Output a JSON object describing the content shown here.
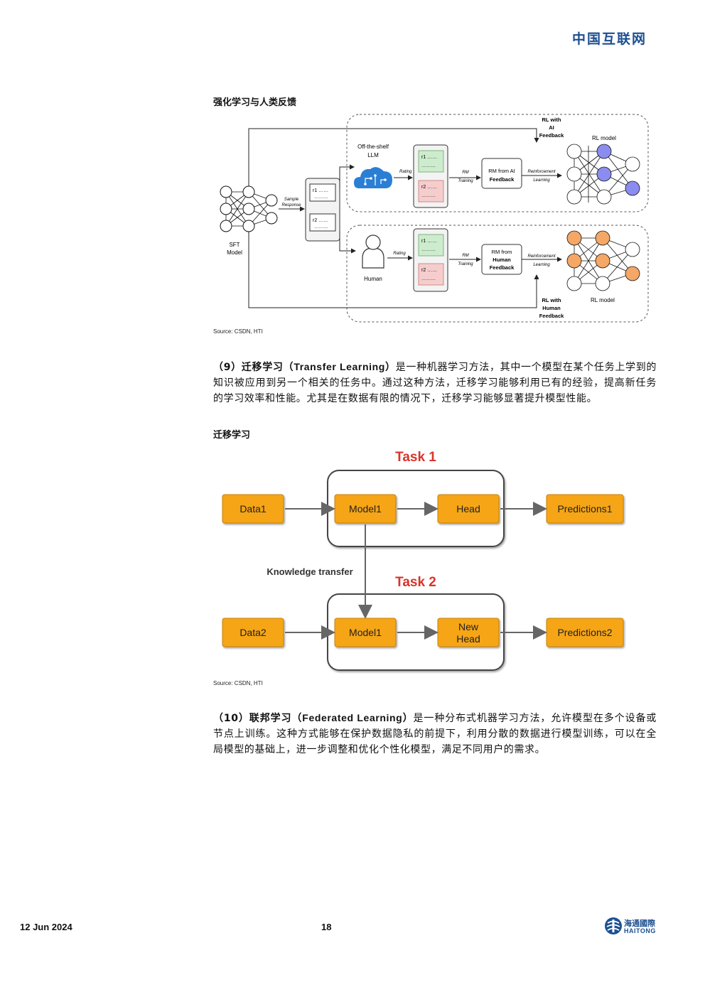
{
  "header": {
    "title": "中国互联网"
  },
  "figure1": {
    "caption": "强化学习与人类反馈",
    "labels": {
      "rl_ai_1": "RL with",
      "rl_ai_2": "AI",
      "rl_ai_3": "Feedback",
      "rl_model_top": "RL model",
      "llm_1": "Off-the-shelf",
      "llm_2": "LLM",
      "rating_top": "Rating",
      "rm_training_top_1": "RM",
      "rm_training_top_2": "Training",
      "rm_ai_1": "RM from AI",
      "rm_ai_2": "Feedback",
      "reinf_top_1": "Reinforcement",
      "reinf_top_2": "Learning",
      "sample_1": "Sample",
      "sample_2": "Response",
      "r1": "r1 ……",
      "r2": "r2 ……",
      "dots": "……….",
      "sft_1": "SFT",
      "sft_2": "Model",
      "human": "Human",
      "rating_bottom": "Rating",
      "rm_training_bottom_1": "RM",
      "rm_training_bottom_2": "Training",
      "rm_human_1": "RM from",
      "rm_human_2": "Human",
      "rm_human_3": "Feedback",
      "reinf_bottom_1": "Reinforcement",
      "reinf_bottom_2": "Learning",
      "rl_human_1": "RL with",
      "rl_human_2": "Human",
      "rl_human_3": "Feedback",
      "rl_model_bottom": "RL model"
    },
    "colors": {
      "ai_node": "#8a8cf0",
      "human_node": "#f5a765",
      "cloud": "#2a7fd4"
    },
    "source": "Source: CSDN, HTI"
  },
  "para9": {
    "prefix": "（9）",
    "term": "迁移学习",
    "term_en": "（Transfer Learning）",
    "body": "是一种机器学习方法，其中一个模型在某个任务上学到的知识被应用到另一个相关的任务中。通过这种方法，迁移学习能够利用已有的经验，提高新任务的学习效率和性能。尤其是在数据有限的情况下，迁移学习能够显著提升模型性能。"
  },
  "figure2": {
    "caption": "迁移学习",
    "task1": "Task 1",
    "task2": "Task 2",
    "knowledge": "Knowledge transfer",
    "data1": "Data1",
    "model1_top": "Model1",
    "head": "Head",
    "pred1": "Predictions1",
    "data2": "Data2",
    "model1_bottom": "Model1",
    "new_head_1": "New",
    "new_head_2": "Head",
    "pred2": "Predictions2",
    "colors": {
      "box": "#f5a516",
      "box_border": "#c7820a",
      "title": "#d9342b"
    },
    "source": "Source: CSDN, HTI"
  },
  "para10": {
    "prefix": "（10）",
    "term": "联邦学习",
    "term_en": "（Federated Learning）",
    "body": "是一种分布式机器学习方法，允许模型在多个设备或节点上训练。这种方式能够在保护数据隐私的前提下，利用分散的数据进行模型训练，可以在全局模型的基础上，进一步调整和优化个性化模型，满足不同用户的需求。"
  },
  "footer": {
    "date": "12 Jun 2024",
    "page": "18",
    "logo_cn": "海通國際",
    "logo_en": "HAITONG"
  }
}
